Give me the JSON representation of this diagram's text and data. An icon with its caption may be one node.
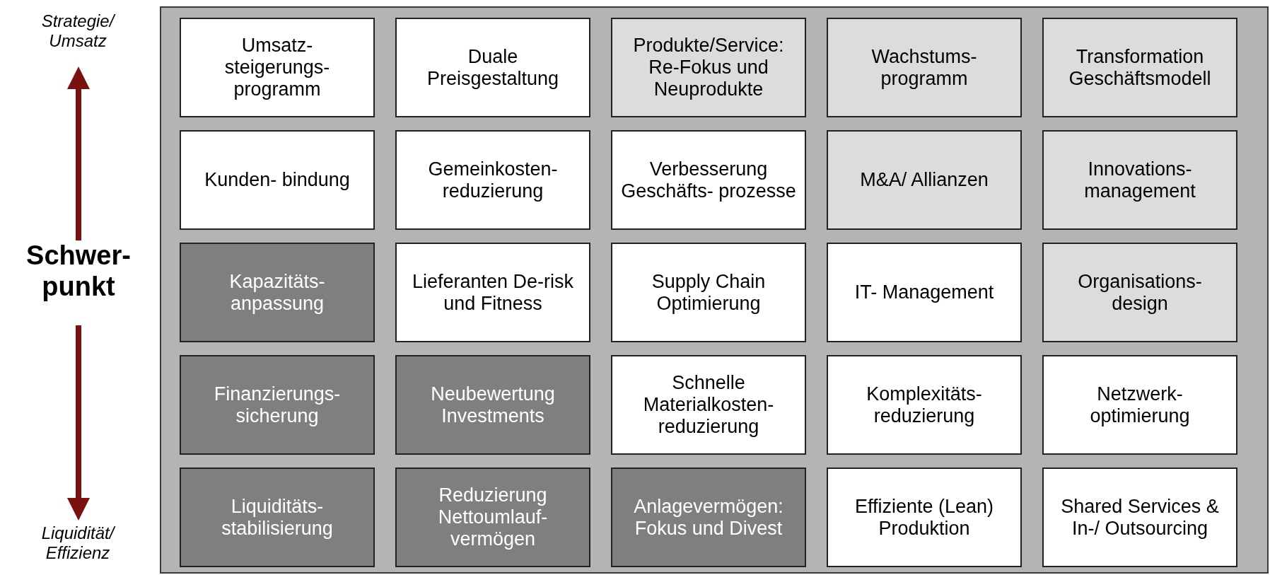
{
  "diagram": {
    "nodes": [
      {
        "text": [
          "Umsatz- steigerungs- programm"
        ]
      },
      {
        "text": [
          "Duale Preisgestaltung"
        ]
      },
      {
        "text": [
          "Produkte/Service: Re-Fokus und Neuprodukte"
        ]
      },
      {
        "text": [
          "Wachstums- programm"
        ]
      },
      {
        "text": [
          "Transformation Geschäftsmodell"
        ]
      },
      {
        "text": [
          "Kunden- bindung"
        ]
      },
      {
        "text": [
          "Gemeinkosten- reduzierung"
        ]
      },
      {
        "text": [
          "Verbesserung Geschäfts- prozesse"
        ]
      },
      {
        "text": [
          "M&A/ Allianzen"
        ]
      },
      {
        "text": [
          "Innovations- management"
        ]
      },
      {
        "text": [
          "Kapazitäts- anpassung"
        ]
      },
      {
        "text": [
          "Lieferanten De-risk und Fitness"
        ]
      },
      {
        "text": [
          "Supply Chain Optimierung"
        ]
      },
      {
        "text": [
          "IT- Management"
        ]
      },
      {
        "text": [
          "Organisations- design"
        ]
      },
      {
        "text": [
          "Finanzierungs- sicherung"
        ]
      },
      {
        "text": [
          "Neubewertung Investments"
        ]
      },
      {
        "text": [
          "Schnelle Materialkosten- reduzierung"
        ]
      },
      {
        "text": [
          "Komplexitäts- reduzierung"
        ]
      },
      {
        "text": [
          "Netzwerk- optimierung"
        ]
      },
      {
        "text": [
          "Liquiditäts- stabilisierung"
        ]
      },
      {
        "text": [
          "Reduzierung Nettoumlauf- vermögen"
        ]
      },
      {
        "text": [
          "Anlagevermögen: Fokus und Divest"
        ]
      },
      {
        "text": [
          "Effiziente (Lean) Produktion"
        ]
      },
      {
        "text": [
          "Shared Services & In-/ Outsourcing"
        ]
      }
    ],
    "labels": [
      "Strategie/ Umsatz",
      "Schwer- punkt",
      "Liquidität/ Effizienz"
    ]
  }
}
